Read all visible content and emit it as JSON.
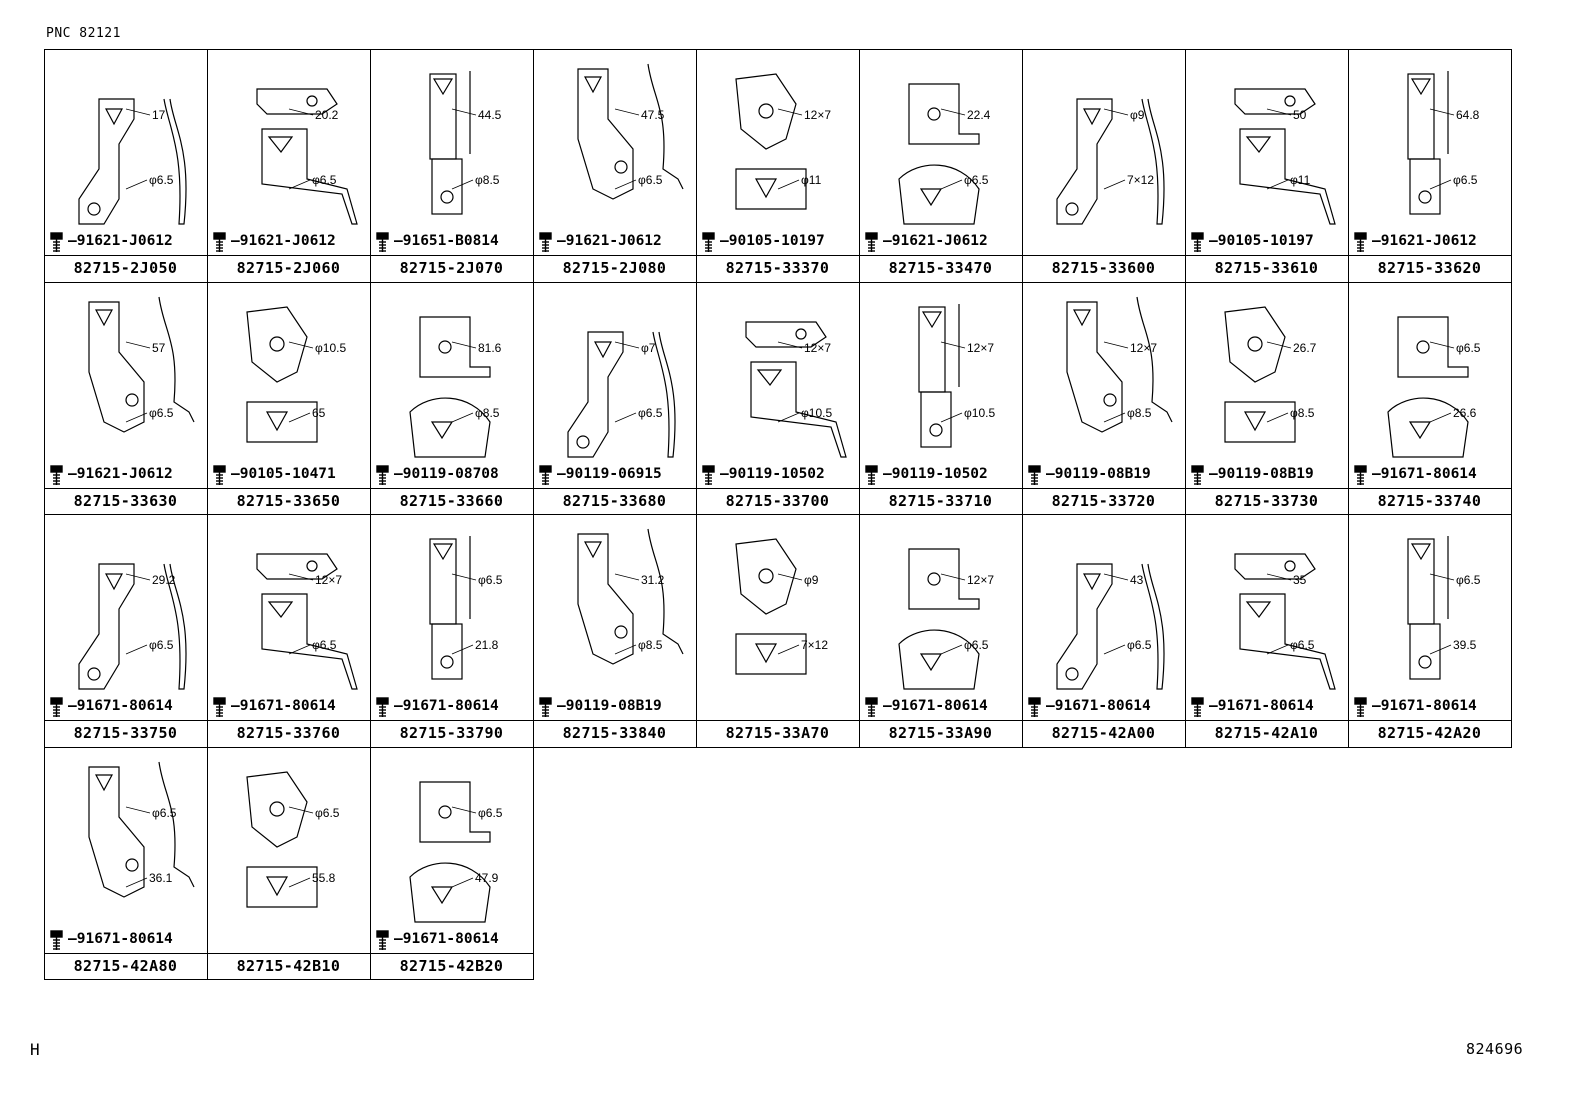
{
  "header": {
    "pnc": "PNC 82121"
  },
  "footer": {
    "left_mark": "H",
    "ref_number": "824696"
  },
  "parts": [
    {
      "part": "82715-2J050",
      "bolt": "91621-J0612",
      "dims": [
        "17",
        "φ6.5"
      ]
    },
    {
      "part": "82715-2J060",
      "bolt": "91621-J0612",
      "dims": [
        "20.2",
        "φ6.5"
      ]
    },
    {
      "part": "82715-2J070",
      "bolt": "91651-B0814",
      "dims": [
        "44.5",
        "φ8.5"
      ]
    },
    {
      "part": "82715-2J080",
      "bolt": "91621-J0612",
      "dims": [
        "47.5",
        "φ6.5"
      ]
    },
    {
      "part": "82715-33370",
      "bolt": "90105-10197",
      "dims": [
        "12×7",
        "φ11"
      ]
    },
    {
      "part": "82715-33470",
      "bolt": "91621-J0612",
      "dims": [
        "22.4",
        "φ6.5"
      ]
    },
    {
      "part": "82715-33600",
      "bolt": "",
      "dims": [
        "φ9",
        "7×12"
      ]
    },
    {
      "part": "82715-33610",
      "bolt": "90105-10197",
      "dims": [
        "50",
        "φ11"
      ]
    },
    {
      "part": "82715-33620",
      "bolt": "91621-J0612",
      "dims": [
        "64.8",
        "φ6.5"
      ]
    },
    {
      "part": "82715-33630",
      "bolt": "91621-J0612",
      "dims": [
        "57",
        "φ6.5"
      ]
    },
    {
      "part": "82715-33650",
      "bolt": "90105-10471",
      "dims": [
        "φ10.5",
        "65"
      ]
    },
    {
      "part": "82715-33660",
      "bolt": "90119-08708",
      "dims": [
        "81.6",
        "φ8.5"
      ]
    },
    {
      "part": "82715-33680",
      "bolt": "90119-06915",
      "dims": [
        "φ7",
        "φ6.5"
      ]
    },
    {
      "part": "82715-33700",
      "bolt": "90119-10502",
      "dims": [
        "12×7",
        "φ10.5"
      ]
    },
    {
      "part": "82715-33710",
      "bolt": "90119-10502",
      "dims": [
        "12×7",
        "φ10.5"
      ]
    },
    {
      "part": "82715-33720",
      "bolt": "90119-08B19",
      "dims": [
        "12×7",
        "φ8.5"
      ]
    },
    {
      "part": "82715-33730",
      "bolt": "90119-08B19",
      "dims": [
        "26.7",
        "φ8.5"
      ]
    },
    {
      "part": "82715-33740",
      "bolt": "91671-80614",
      "dims": [
        "φ6.5",
        "26.6"
      ]
    },
    {
      "part": "82715-33750",
      "bolt": "91671-80614",
      "dims": [
        "29.2",
        "φ6.5"
      ]
    },
    {
      "part": "82715-33760",
      "bolt": "91671-80614",
      "dims": [
        "12×7",
        "φ6.5"
      ]
    },
    {
      "part": "82715-33790",
      "bolt": "91671-80614",
      "dims": [
        "φ6.5",
        "21.8"
      ]
    },
    {
      "part": "82715-33840",
      "bolt": "90119-08B19",
      "dims": [
        "31.2",
        "φ8.5"
      ]
    },
    {
      "part": "82715-33A70",
      "bolt": "",
      "dims": [
        "φ9",
        "7×12"
      ]
    },
    {
      "part": "82715-33A90",
      "bolt": "91671-80614",
      "dims": [
        "12×7",
        "φ6.5"
      ]
    },
    {
      "part": "82715-42A00",
      "bolt": "91671-80614",
      "dims": [
        "43",
        "φ6.5"
      ]
    },
    {
      "part": "82715-42A10",
      "bolt": "91671-80614",
      "dims": [
        "35",
        "φ6.5"
      ]
    },
    {
      "part": "82715-42A20",
      "bolt": "91671-80614",
      "dims": [
        "φ6.5",
        "39.5"
      ]
    },
    {
      "part": "82715-42A80",
      "bolt": "91671-80614",
      "dims": [
        "φ6.5",
        "36.1"
      ]
    },
    {
      "part": "82715-42B10",
      "bolt": "",
      "dims": [
        "φ6.5",
        "55.8"
      ]
    },
    {
      "part": "82715-42B20",
      "bolt": "91671-80614",
      "dims": [
        "φ6.5",
        "47.9"
      ]
    }
  ]
}
